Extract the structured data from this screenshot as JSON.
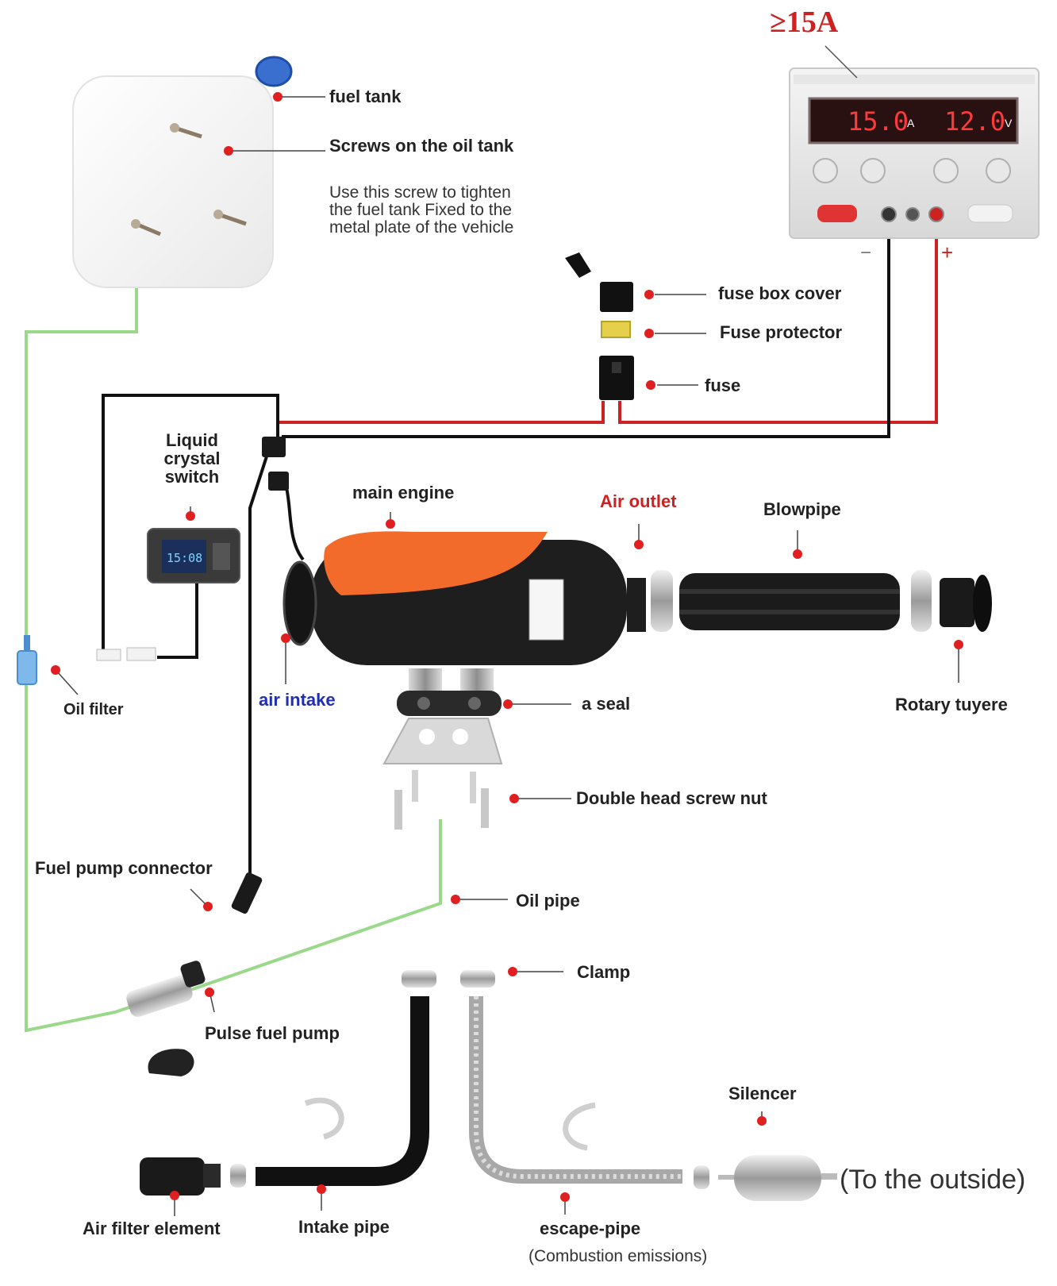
{
  "header": {
    "current_requirement": "≥15A"
  },
  "power_supply": {
    "amp_display": "15.0",
    "amp_unit": "A",
    "volt_display": "12.0",
    "volt_unit": "V",
    "negative_sign": "−",
    "positive_sign": "+"
  },
  "lcd": {
    "time": "15:08"
  },
  "labels": {
    "fuel_tank": "fuel tank",
    "screws": "Screws on the oil tank",
    "screw_note": "Use this screw to tighten\nthe fuel tank Fixed to the\nmetal plate of the vehicle",
    "fuse_box_cover": "fuse box cover",
    "fuse_protector": "Fuse protector",
    "fuse": "fuse",
    "lcd_switch": "Liquid\ncrystal\nswitch",
    "main_engine": "main engine",
    "air_outlet": "Air outlet",
    "blowpipe": "Blowpipe",
    "rotary_tuyere": "Rotary tuyere",
    "air_intake": "air intake",
    "a_seal": "a seal",
    "oil_filter": "Oil filter",
    "double_head_screw": "Double head screw nut",
    "fuel_pump_connector": "Fuel pump connector",
    "oil_pipe": "Oil pipe",
    "clamp": "Clamp",
    "pulse_fuel_pump": "Pulse fuel pump",
    "silencer": "Silencer",
    "to_outside": "(To the outside)",
    "air_filter": "Air filter element",
    "intake_pipe": "Intake pipe",
    "escape_pipe": "escape-pipe",
    "combustion": "(Combustion emissions)"
  },
  "colors": {
    "accent_red": "#cc2222",
    "marker_red": "#e02020",
    "fuel_line_green": "#9ad88a",
    "wire_black": "#111111",
    "engine_orange": "#f26b2a",
    "air_intake_blue": "#1f2fb0",
    "label_dark": "#222222"
  }
}
